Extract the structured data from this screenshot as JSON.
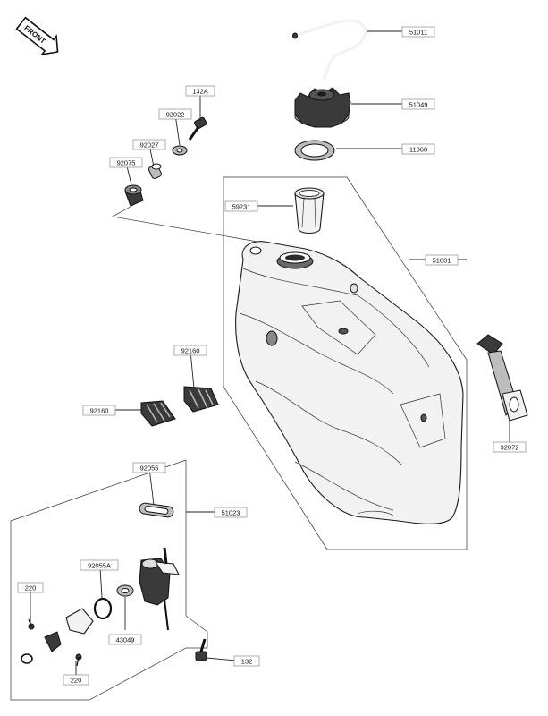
{
  "front_badge": {
    "text": "FRONT"
  },
  "callouts": {
    "c51011": "51011",
    "c51049": "51049",
    "c11060": "11060",
    "c132A": "132A",
    "c92022": "92022",
    "c92027": "92027",
    "c92075": "92075",
    "c59231": "59231",
    "c51001": "51001",
    "c92160a": "92160",
    "c92160b": "92160",
    "c92072": "92072",
    "c92055": "92055",
    "c51023": "51023",
    "c92055A": "92055A",
    "c220a": "220",
    "c43049": "43049",
    "c220b": "220",
    "c132": "132"
  }
}
